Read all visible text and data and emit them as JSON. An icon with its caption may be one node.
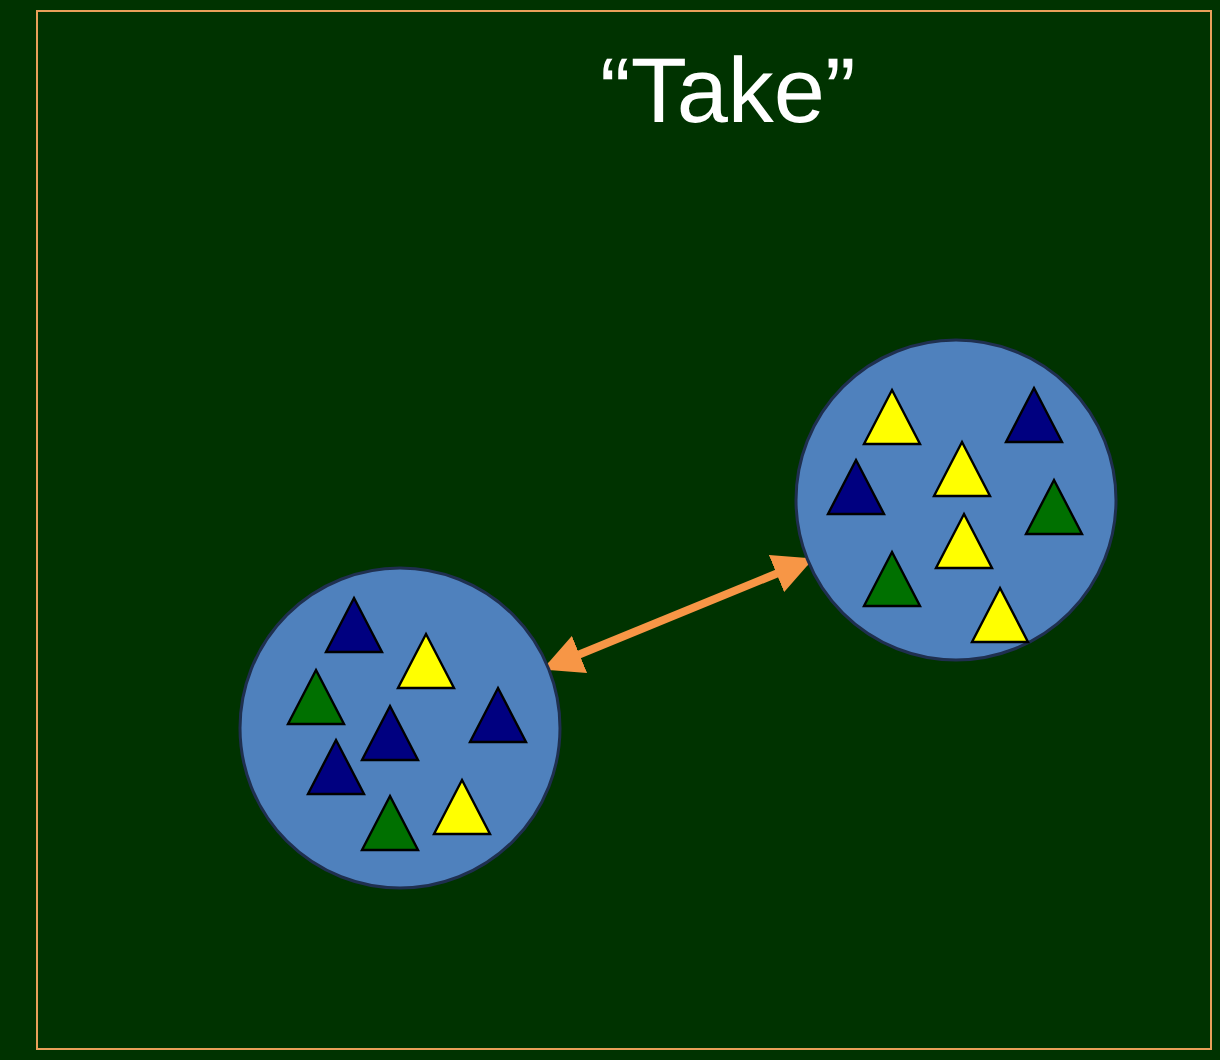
{
  "diagram": {
    "title": "“Take”",
    "nodes": [
      {
        "text": [],
        "shape": "circle"
      },
      {
        "text": [],
        "shape": "circle"
      }
    ],
    "edges": [
      {
        "from": 0,
        "to": 1,
        "arrow": "both",
        "color": "#f79646"
      }
    ]
  }
}
